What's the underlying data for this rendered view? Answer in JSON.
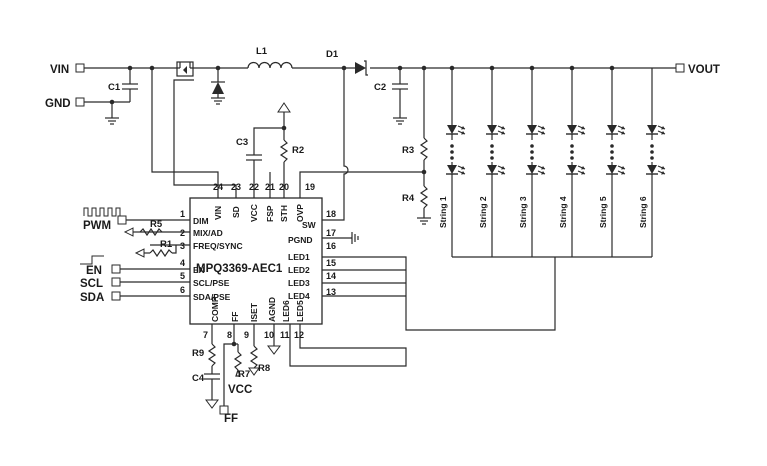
{
  "nets": {
    "vin": "VIN",
    "gnd": "GND",
    "vout": "VOUT",
    "pwm": "PWM",
    "en": "EN",
    "scl": "SCL",
    "sda": "SDA",
    "vcc": "VCC",
    "ff": "FF"
  },
  "refs": {
    "l1": "L1",
    "d1": "D1",
    "c1": "C1",
    "c2": "C2",
    "c3": "C3",
    "c4": "C4",
    "r1": "R1",
    "r2": "R2",
    "r3": "R3",
    "r4": "R4",
    "r5": "R5",
    "r7": "R7",
    "r8": "R8",
    "r9": "R9"
  },
  "chip": {
    "name": "MPQ3369-AEC1",
    "top_pins": [
      {
        "num": "24",
        "label": "VIN"
      },
      {
        "num": "23",
        "label": "SD"
      },
      {
        "num": "22",
        "label": "VCC"
      },
      {
        "num": "21",
        "label": "FSP"
      },
      {
        "num": "20",
        "label": "STH"
      },
      {
        "num": "19",
        "label": "OVP"
      }
    ],
    "left_pins": [
      {
        "num": "1",
        "label": "DIM"
      },
      {
        "num": "2",
        "label": "MIX/AD"
      },
      {
        "num": "3",
        "label": "FREQ/SYNC"
      },
      {
        "num": "4",
        "label": "EN"
      },
      {
        "num": "5",
        "label": "SCL/PSE"
      },
      {
        "num": "6",
        "label": "SDA/PSE"
      }
    ],
    "right_pins": [
      {
        "num": "18",
        "label": "SW"
      },
      {
        "num": "17",
        "label": "PGND"
      },
      {
        "num": "16",
        "label": ""
      },
      {
        "num": "15",
        "label": "LED1"
      },
      {
        "num": "14",
        "label": "LED2"
      },
      {
        "num": "13",
        "label": "LED3"
      },
      {
        "num": "",
        "label": "LED4"
      }
    ],
    "bottom_pins": [
      {
        "num": "7",
        "label": "COMP"
      },
      {
        "num": "8",
        "label": "FF"
      },
      {
        "num": "9",
        "label": "ISET"
      },
      {
        "num": "10",
        "label": "AGND"
      },
      {
        "num": "11",
        "label": "LED6"
      },
      {
        "num": "12",
        "label": "LED5"
      }
    ]
  },
  "strings": [
    "String 1",
    "String 2",
    "String 3",
    "String 4",
    "String 5",
    "String 6"
  ]
}
